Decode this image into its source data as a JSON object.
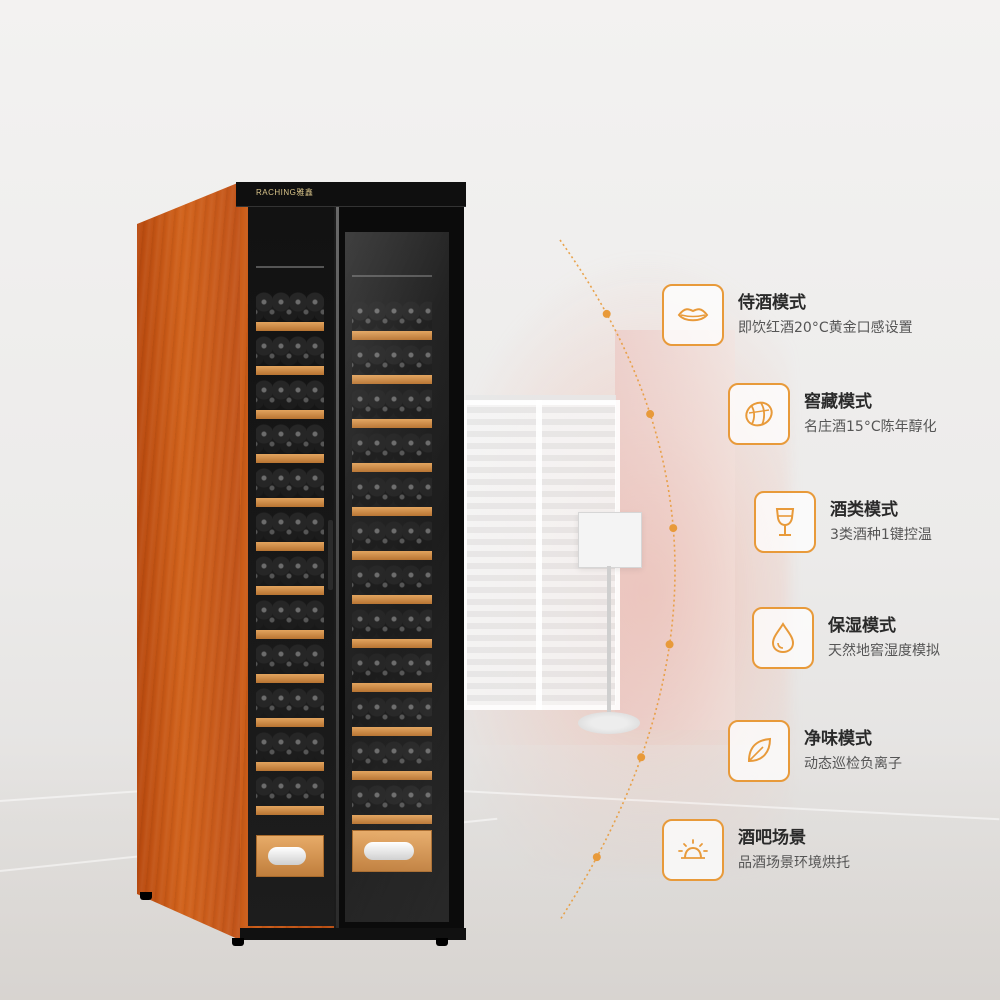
{
  "brand": {
    "logo_text": "RACHING雅鑫"
  },
  "accent_color": "#e89a3a",
  "wood_color": "#c8591a",
  "features": [
    {
      "icon": "lips-icon",
      "title": "侍酒模式",
      "desc": "即饮红酒20°C黄金口感设置"
    },
    {
      "icon": "barrel-icon",
      "title": "窖藏模式",
      "desc": "名庄酒15°C陈年醇化"
    },
    {
      "icon": "wine-glass-icon",
      "title": "酒类模式",
      "desc": "3类酒种1键控温"
    },
    {
      "icon": "water-drop-icon",
      "title": "保湿模式",
      "desc": "天然地窖湿度模拟"
    },
    {
      "icon": "leaf-icon",
      "title": "净味模式",
      "desc": "动态巡检负离子"
    },
    {
      "icon": "sun-icon",
      "title": "酒吧场景",
      "desc": "品酒场景环境烘托"
    }
  ]
}
